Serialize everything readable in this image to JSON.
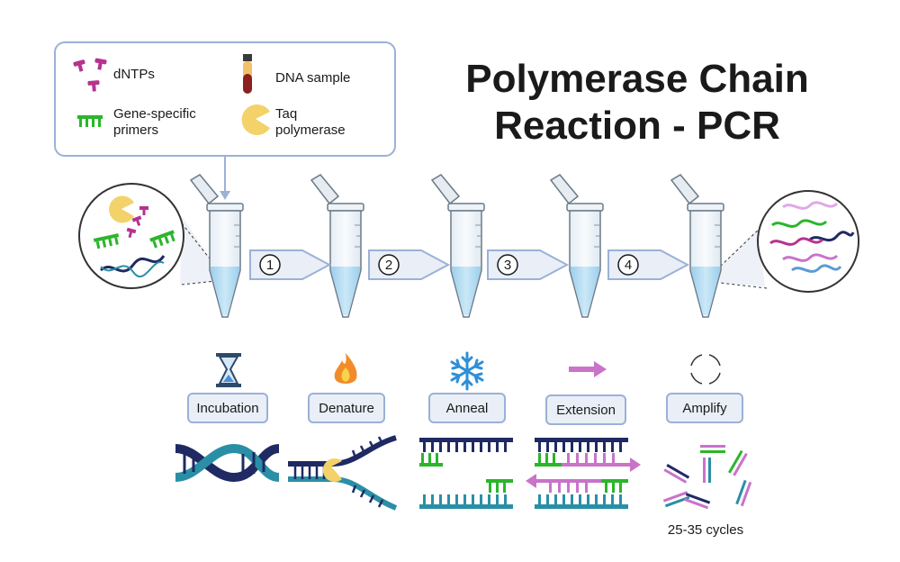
{
  "title": {
    "line1": "Polymerase Chain",
    "line2": "Reaction - PCR"
  },
  "legend": {
    "dntps": "dNTPs",
    "dna_sample": "DNA sample",
    "primers_line1": "Gene-specific",
    "primers_line2": "primers",
    "taq_line1": "Taq",
    "taq_line2": "polymerase"
  },
  "arrows": [
    "1",
    "2",
    "3",
    "4"
  ],
  "steps": [
    {
      "label": "Incubation",
      "icon": "hourglass-icon"
    },
    {
      "label": "Denature",
      "icon": "flame-icon"
    },
    {
      "label": "Anneal",
      "icon": "snowflake-icon"
    },
    {
      "label": "Extension",
      "icon": "arrow-right-icon"
    },
    {
      "label": "Amplify",
      "icon": "cycle-icon"
    }
  ],
  "cycles_note": "25-35 cycles",
  "colors": {
    "dntp": "#b5338f",
    "primer": "#2bb52b",
    "taq": "#f3d26a",
    "border": "#9bb1d6",
    "liquid": "#bfe0f3",
    "dna_dark": "#1f2a63",
    "dna_teal": "#2a8fa6",
    "extension_pink": "#c973c9"
  }
}
